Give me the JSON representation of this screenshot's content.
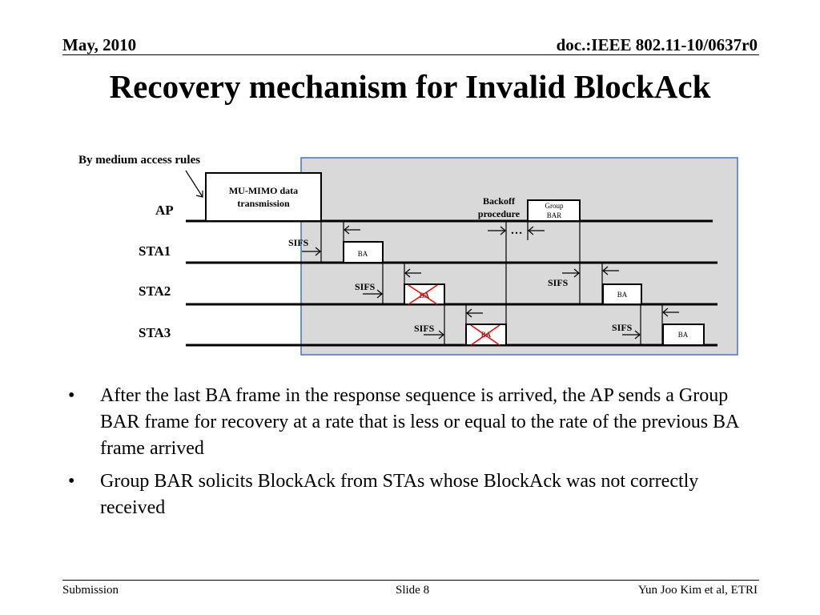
{
  "header": {
    "date": "May, 2010",
    "doc_id": "doc.:IEEE 802.11-10/0637r0"
  },
  "title": "Recovery mechanism for Invalid BlockAck",
  "diagram": {
    "annotation": "By medium access rules",
    "rows": [
      "AP",
      "STA1",
      "STA2",
      "STA3"
    ],
    "frame_mu_mimo": [
      "MU-MIMO data",
      "transmission"
    ],
    "backoff_label": [
      "Backoff",
      "procedure"
    ],
    "backoff_ellipsis": "…",
    "frame_group_bar": [
      "Group",
      "BAR"
    ],
    "ba_label": "BA",
    "sifs_label": "SIFS",
    "colors": {
      "panel_fill": "#d9d9d9",
      "panel_border": "#4472c4",
      "cross": "#ff0000"
    }
  },
  "bullets": [
    "After the last BA frame in the response sequence is arrived, the AP sends a Group BAR frame for recovery at a rate that is less or equal to the rate of the previous BA frame arrived",
    "Group BAR solicits BlockAck from STAs whose BlockAck was not correctly received"
  ],
  "bullet_glyph": "•",
  "footer": {
    "left": "Submission",
    "center": "Slide 8",
    "right": "Yun Joo Kim et al, ETRI"
  }
}
